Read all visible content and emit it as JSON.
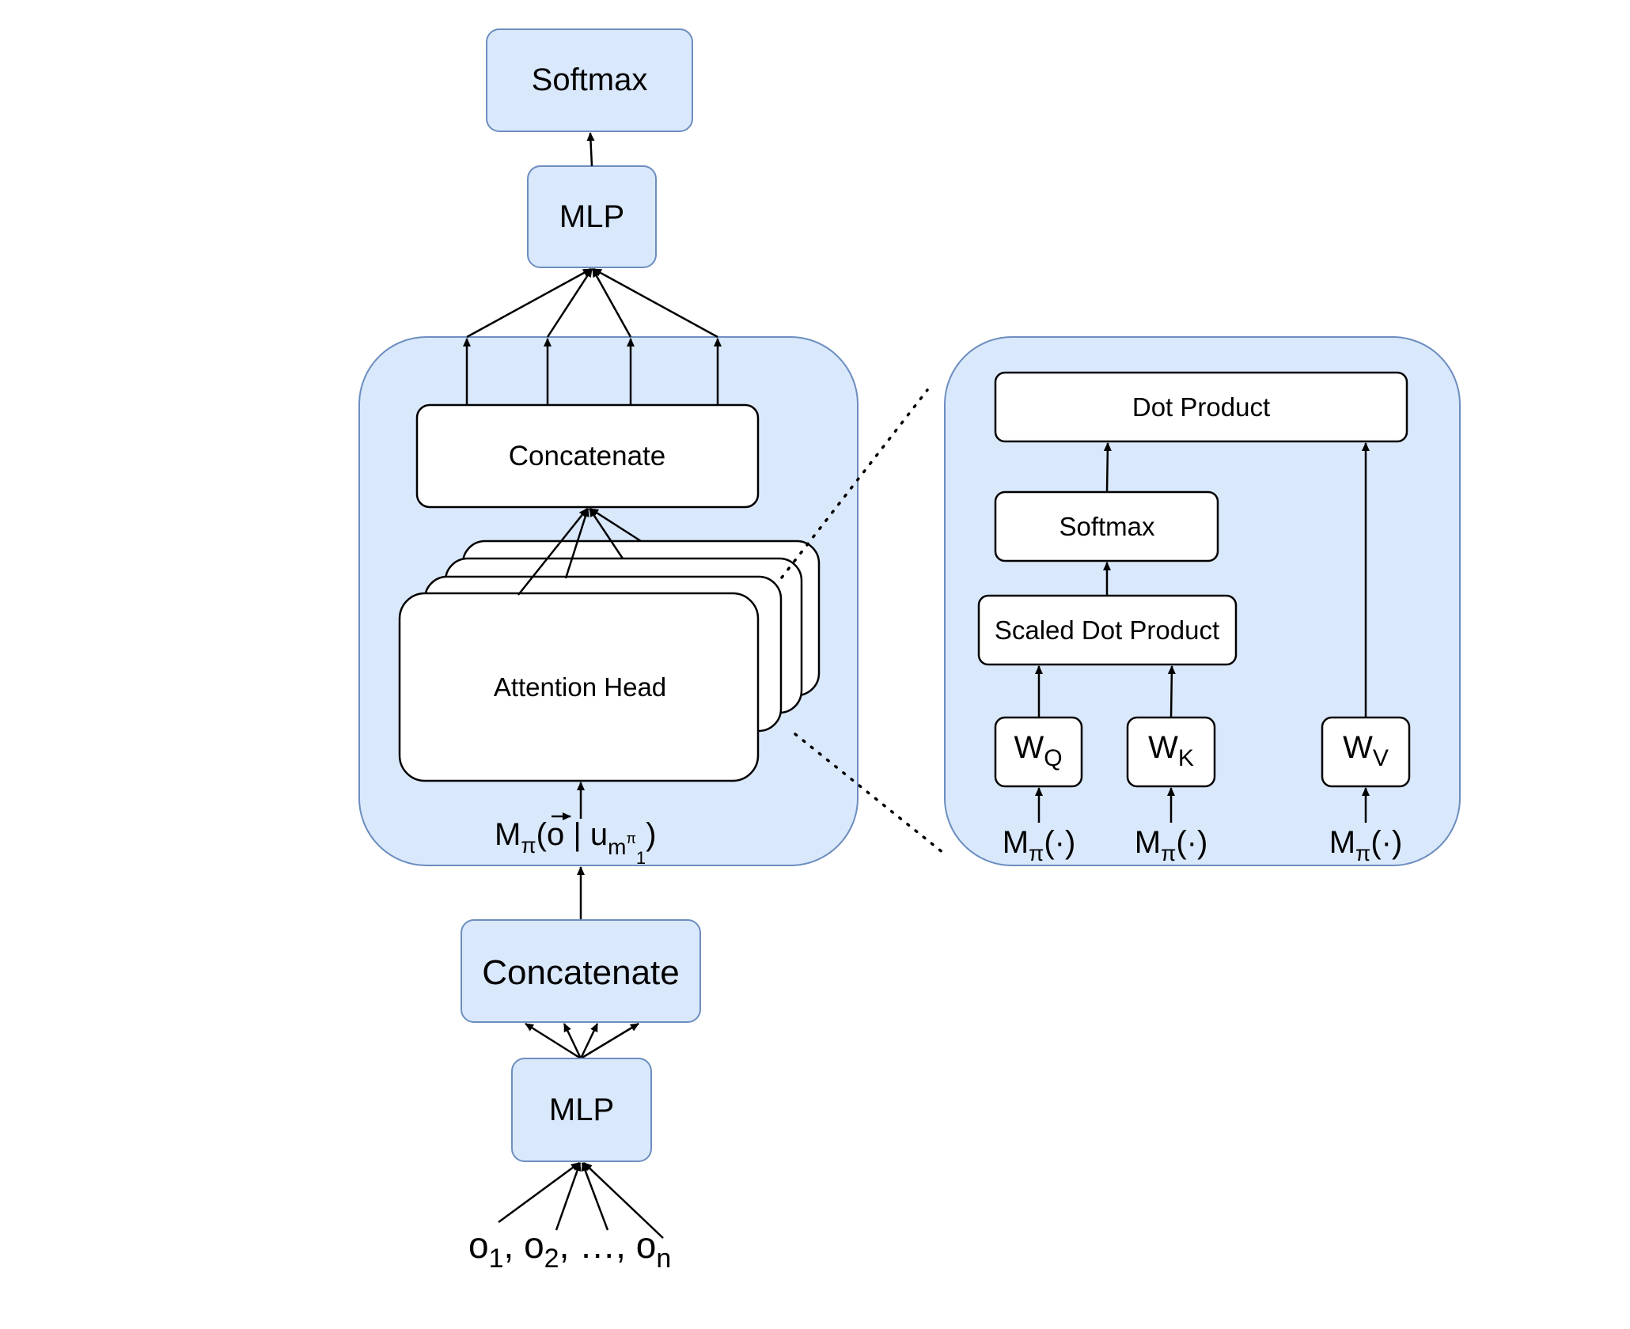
{
  "diagram": {
    "top_softmax": "Softmax",
    "top_mlp": "MLP",
    "heads_concat": "Concatenate",
    "attention_head": "Attention Head",
    "head_input": {
      "main": "M",
      "sub_pi": "π",
      "open": "(",
      "vec": "o",
      "bar": " | u",
      "sub_m": "m",
      "sup_pi": "π",
      "sub_1": "1",
      "close": ")"
    },
    "bottom_concat": "Concatenate",
    "bottom_mlp": "MLP",
    "inputs": {
      "o": "o",
      "s1": "1",
      "comma1": ", o",
      "s2": "2",
      "mid": ", …, o",
      "sn": "n"
    },
    "detail": {
      "dot_product": "Dot Product",
      "softmax": "Softmax",
      "scaled_dot_product": "Scaled Dot Product",
      "wq": {
        "main": "W",
        "sub": "Q"
      },
      "wk": {
        "main": "W",
        "sub": "K"
      },
      "wv": {
        "main": "W",
        "sub": "V"
      },
      "m_input": {
        "main": "M",
        "sub": "π",
        "arg": "(·)"
      }
    }
  },
  "colors": {
    "node_fill": "#dae8fc",
    "node_stroke": "#6c8ebf",
    "white_node": "#ffffff",
    "line": "#000000"
  }
}
